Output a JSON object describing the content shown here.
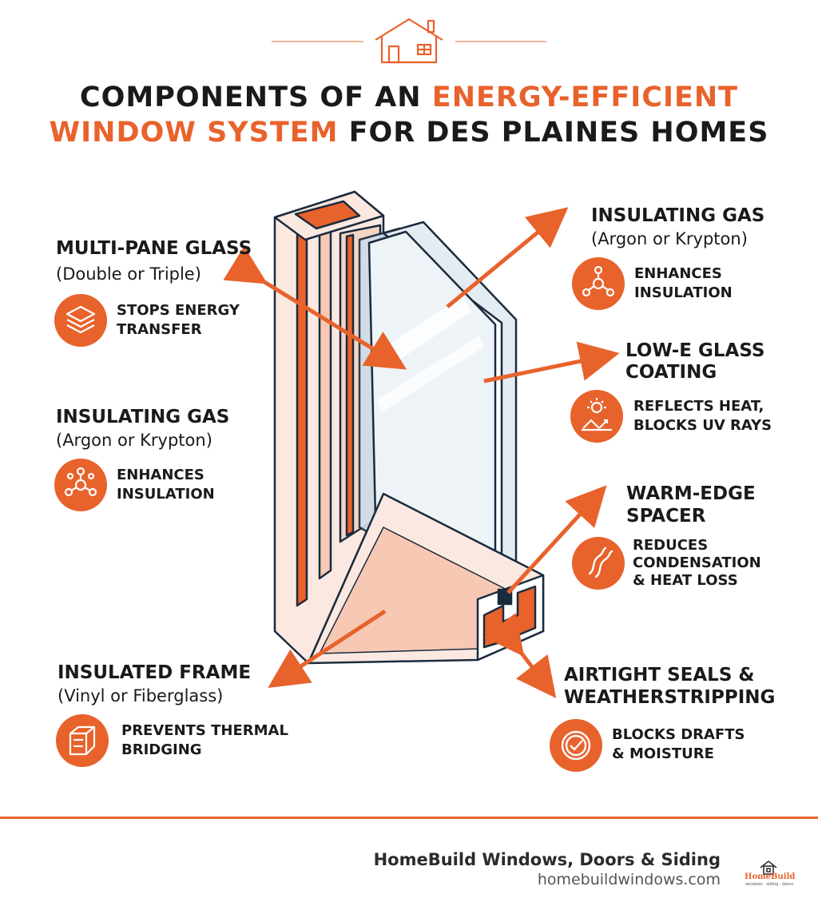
{
  "title": {
    "line1_black": "COMPONENTS OF AN ",
    "line1_orange": "ENERGY-EFFICIENT",
    "line2_orange": "WINDOW SYSTEM",
    "line2_black": " FOR DES PLAINES HOMES"
  },
  "labels": {
    "multi_pane": {
      "heading": "MULTI-PANE GLASS",
      "sub": "(Double or Triple)",
      "desc1": "STOPS ENERGY",
      "desc2": "TRANSFER",
      "icon": "layers-icon"
    },
    "gas_left": {
      "heading": "INSULATING GAS",
      "sub": "(Argon or Krypton)",
      "desc1": "ENHANCES",
      "desc2": "INSULATION",
      "icon": "molecule-icon"
    },
    "frame": {
      "heading": "INSULATED FRAME",
      "sub": "(Vinyl or Fiberglass)",
      "desc1": "PREVENTS THERMAL",
      "desc2": "BRIDGING",
      "icon": "frame-cube-icon"
    },
    "gas_right": {
      "heading": "INSULATING GAS",
      "sub": "(Argon or Krypton)",
      "desc1": "ENHANCES",
      "desc2": "INSULATION",
      "icon": "molecule-icon"
    },
    "lowe": {
      "heading1": "LOW-E GLASS",
      "heading2": "COATING",
      "desc1": "REFLECTS HEAT,",
      "desc2": "BLOCKS UV RAYS",
      "icon": "sun-reflect-icon"
    },
    "spacer": {
      "heading1": "WARM-EDGE",
      "heading2": "SPACER",
      "desc1": "REDUCES",
      "desc2": "CONDENSATION",
      "desc3": "& HEAT LOSS",
      "icon": "wave-icon"
    },
    "seals": {
      "heading1": "AIRTIGHT SEALS &",
      "heading2": "WEATHERSTRIPPING",
      "desc1": "BLOCKS DRAFTS",
      "desc2": "& MOISTURE",
      "icon": "check-seal-icon"
    }
  },
  "footer": {
    "company": "HomeBuild Windows, Doors & Siding",
    "url": "homebuildwindows.com",
    "logo_text": "HomeBuild",
    "logo_tagline": "windows · siding · doors"
  },
  "colors": {
    "accent": "#e8622c",
    "dark": "#1b2b3e",
    "frame_light": "#fbe9e1",
    "glass": "#dfe9f0"
  }
}
